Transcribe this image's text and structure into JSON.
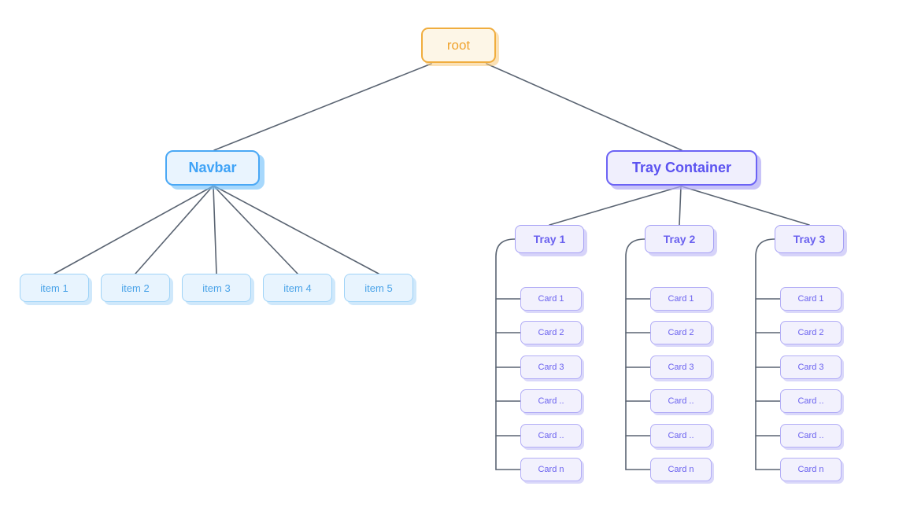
{
  "diagram": {
    "type": "tree",
    "title": "root",
    "background": "#ffffff",
    "edge_color": "#5a6472",
    "palette": {
      "root_border": "#f0ad3e",
      "root_fill": "#fdf6e7",
      "root_text": "#f0a32e",
      "navbar_border": "#4aa8f5",
      "navbar_fill": "#e9f4fe",
      "navbar_text": "#3fa3f7",
      "item_border": "#9fd3f7",
      "item_fill": "#e8f4fe",
      "item_text": "#4aa3e8",
      "tray_border": "#6c63f5",
      "tray_fill": "#f0effd",
      "tray_text": "#5b52f0",
      "card_border": "#b3aef6",
      "card_fill": "#f2f1fd",
      "card_text": "#6a61ef"
    }
  },
  "root": {
    "label": "root"
  },
  "navbar": {
    "label": "Navbar",
    "items": [
      {
        "label": "item 1"
      },
      {
        "label": "item 2"
      },
      {
        "label": "item 3"
      },
      {
        "label": "item 4"
      },
      {
        "label": "item 5"
      }
    ]
  },
  "tray_container": {
    "label": "Tray Container",
    "trays": [
      {
        "label": "Tray 1",
        "cards": [
          {
            "label": "Card 1"
          },
          {
            "label": "Card 2"
          },
          {
            "label": "Card 3"
          },
          {
            "label": "Card .."
          },
          {
            "label": "Card .."
          },
          {
            "label": "Card n"
          }
        ]
      },
      {
        "label": "Tray 2",
        "cards": [
          {
            "label": "Card 1"
          },
          {
            "label": "Card 2"
          },
          {
            "label": "Card 3"
          },
          {
            "label": "Card .."
          },
          {
            "label": "Card .."
          },
          {
            "label": "Card n"
          }
        ]
      },
      {
        "label": "Tray 3",
        "cards": [
          {
            "label": "Card 1"
          },
          {
            "label": "Card 2"
          },
          {
            "label": "Card 3"
          },
          {
            "label": "Card .."
          },
          {
            "label": "Card .."
          },
          {
            "label": "Card n"
          }
        ]
      }
    ]
  }
}
